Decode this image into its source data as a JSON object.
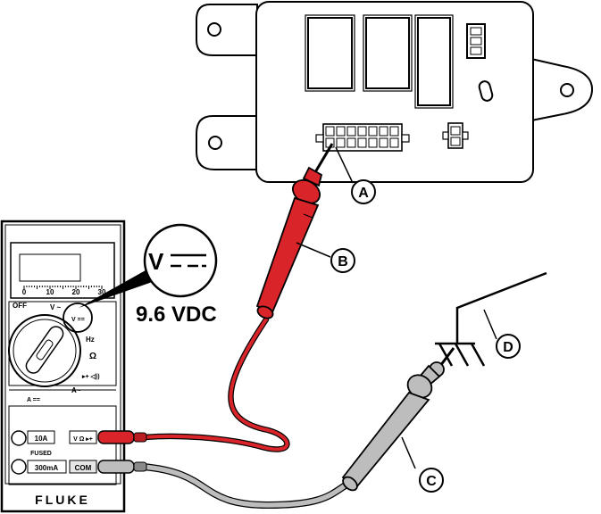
{
  "reading": "9.6 VDC",
  "callouts": {
    "a": "A",
    "b": "B",
    "c": "C",
    "d": "D"
  },
  "meter": {
    "brand": "FLUKE",
    "scale_ticks": [
      "0",
      "10",
      "20",
      "30"
    ],
    "dial": {
      "off": "OFF",
      "v_ac": "V ~",
      "v_dc": "V ==",
      "hz": "Hz",
      "ohm": "Ω",
      "diode": "▸+ ◁))",
      "a_dc": "A ==",
      "a_ac": "A~"
    },
    "jacks": {
      "ten_amp": "10A",
      "fused": "FUSED",
      "milliamp": "300mA",
      "volt_ohm": "V Ω ▸+",
      "com": "COM"
    }
  },
  "zoom_symbol": "V",
  "colors": {
    "red_lead": "#d9252a",
    "red_lead_dark": "#b81d22",
    "gray_lead": "#bdbdbd",
    "gray_lead_dark": "#8a8a8a",
    "line": "#000000"
  }
}
